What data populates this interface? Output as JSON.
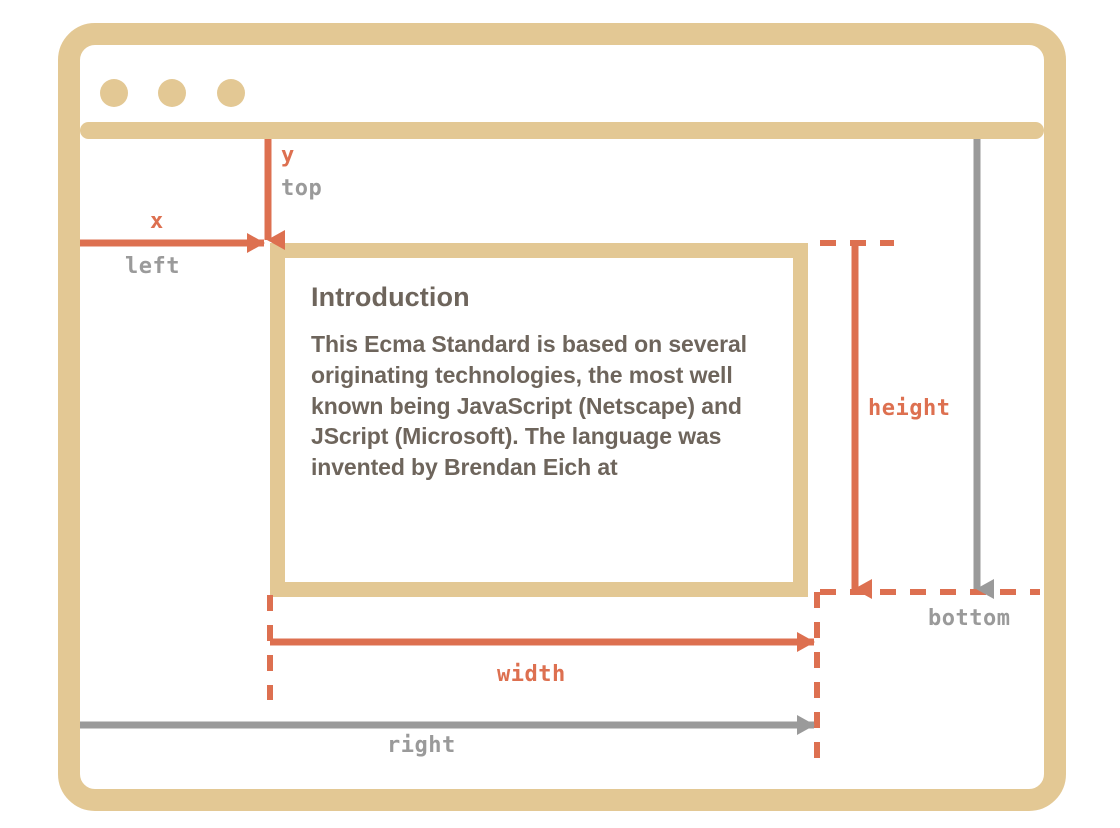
{
  "window": {
    "frame_color": "#e3c894",
    "dot_color": "#e3c894",
    "traffic_lights": [
      {
        "name": "window-dot-1"
      },
      {
        "name": "window-dot-2"
      },
      {
        "name": "window-dot-3"
      }
    ]
  },
  "document_card": {
    "heading": "Introduction",
    "paragraph": "This Ecma Standard is based on several originating technologies, the most well known being JavaScript (Netscape) and JScript (Microsoft). The language was invented by Brendan Eich at",
    "border_color": "#e3c894",
    "background": "#ffffff",
    "text_color": "#6e655c"
  },
  "measurements": {
    "accent_color": "#dd7050",
    "muted_color": "#9a9a9a",
    "x": "x",
    "left": "left",
    "y": "y",
    "top": "top",
    "height": "height",
    "bottom": "bottom",
    "width": "width",
    "right": "right"
  }
}
